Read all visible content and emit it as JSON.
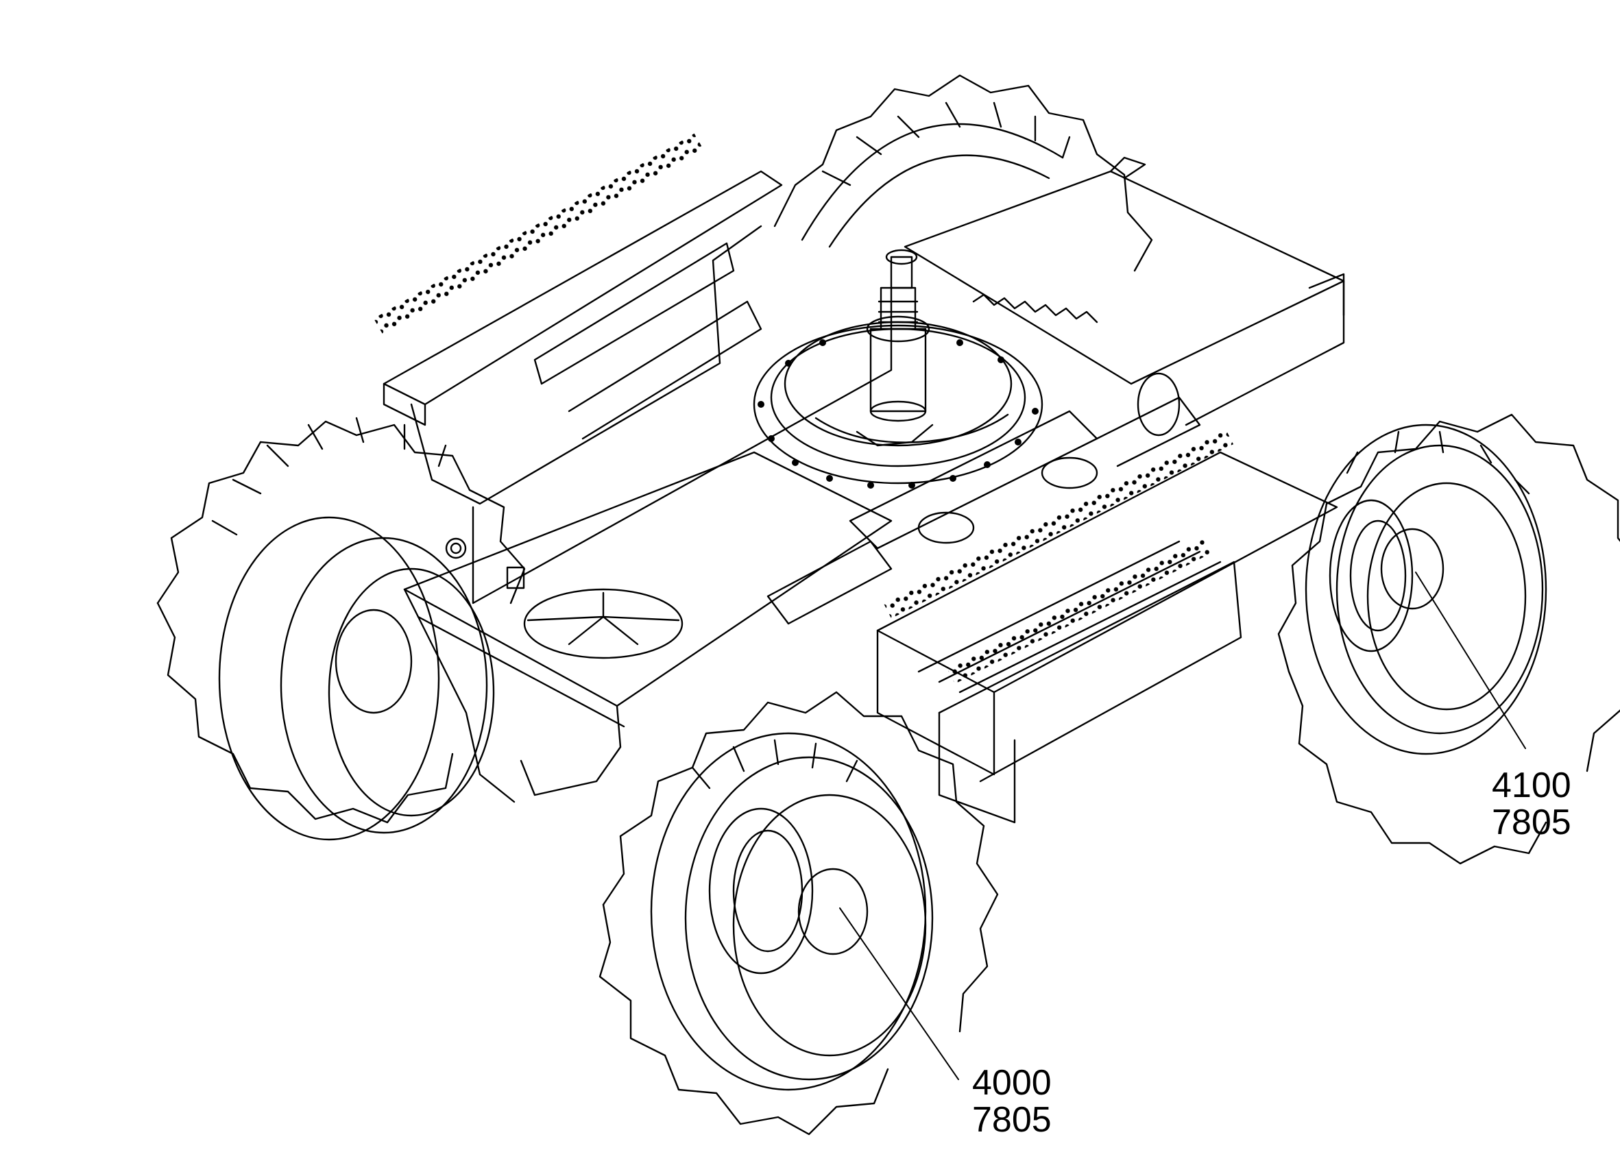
{
  "callouts": [
    {
      "part": "4100",
      "ref": "7805"
    },
    {
      "part": "4000",
      "ref": "7805"
    }
  ],
  "colors": {
    "line": "#000000",
    "background": "#ffffff"
  }
}
